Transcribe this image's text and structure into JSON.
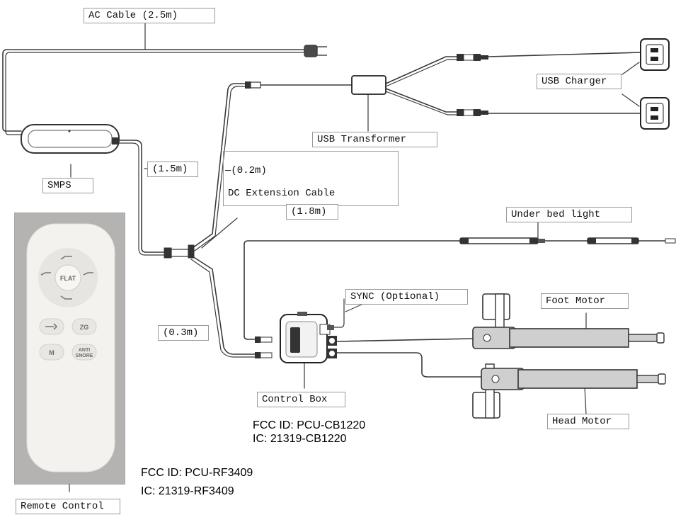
{
  "labels": {
    "ac_cable": "AC Cable (2.5m)",
    "usb_charger": "USB Charger",
    "usb_transformer": "USB Transformer",
    "smps": "SMPS",
    "len_1_5m": "(1.5m)",
    "len_0_2m": "—(0.2m)",
    "dc_extension": "DC Extension Cable",
    "len_1_8m": "(1.8m)",
    "under_bed_light": "Under bed light",
    "sync_optional": "SYNC (Optional)",
    "foot_motor": "Foot Motor",
    "len_0_3m": "(0.3m)",
    "control_box": "Control Box",
    "head_motor": "Head Motor",
    "remote_control": "Remote Control"
  },
  "fcc": {
    "control_box_fcc": "FCC ID:  PCU-CB1220",
    "control_box_ic": "IC: 21319-CB1220",
    "remote_fcc": "FCC ID: PCU-RF3409",
    "remote_ic": "IC:  21319-RF3409"
  },
  "remote_buttons": {
    "flat": "FLAT",
    "zg": "ZG",
    "m": "M",
    "anti": "ANTI",
    "snore": "SNORE"
  },
  "colors": {
    "cable": "#3a3a3a",
    "callout_border": "#9a9a9a",
    "remote_body": "#f4f2ee",
    "remote_background": "#b4b3b2",
    "motor_body": "#cfcfcf"
  }
}
